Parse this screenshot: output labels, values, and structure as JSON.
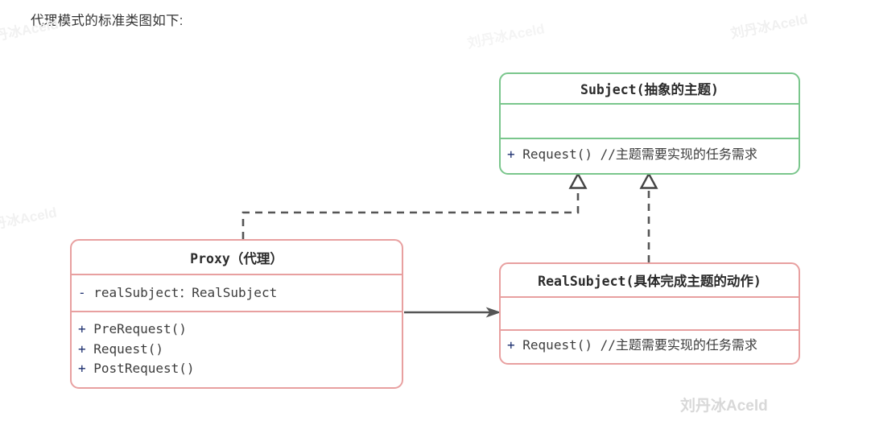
{
  "caption": "代理模式的标准类图如下:",
  "diagram": {
    "type": "uml-class-diagram",
    "classes": [
      {
        "id": "subject",
        "name": "Subject(抽象的主题)",
        "border_color": "#7ac68c",
        "attributes": [],
        "methods": [
          {
            "visibility": "+",
            "signature": "Request() //主题需要实现的任务需求"
          }
        ]
      },
      {
        "id": "proxy",
        "name": "Proxy（代理）",
        "border_color": "#e8a0a0",
        "attributes": [
          {
            "visibility": "-",
            "signature": "realSubject：RealSubject"
          }
        ],
        "methods": [
          {
            "visibility": "+",
            "signature": "PreRequest()"
          },
          {
            "visibility": "+",
            "signature": "Request()"
          },
          {
            "visibility": "+",
            "signature": "PostRequest()"
          }
        ]
      },
      {
        "id": "realsubject",
        "name": "RealSubject(具体完成主题的动作)",
        "border_color": "#e8a0a0",
        "attributes": [],
        "methods": [
          {
            "visibility": "+",
            "signature": "Request() //主题需要实现的任务需求"
          }
        ]
      }
    ],
    "relations": [
      {
        "kind": "realization",
        "from": "proxy",
        "to": "subject",
        "style": "dashed",
        "arrowhead": "hollow-triangle"
      },
      {
        "kind": "realization",
        "from": "realsubject",
        "to": "subject",
        "style": "dashed",
        "arrowhead": "hollow-triangle"
      },
      {
        "kind": "association",
        "from": "proxy",
        "to": "realsubject",
        "style": "solid",
        "arrowhead": "filled-arrow"
      }
    ],
    "colors": {
      "green_border": "#7ac68c",
      "pink_border": "#e8a0a0",
      "connector": "#555555",
      "visibility_marker": "#1d2f6f",
      "text": "#3d3d3d"
    }
  },
  "watermarks": {
    "main": "刘丹冰Aceld",
    "top": "刘丹冰Aceld",
    "left_upper": "刘丹冰Aceld",
    "left_lower": "刘丹冰Aceld",
    "right_upper": "刘丹冰Aceld"
  }
}
